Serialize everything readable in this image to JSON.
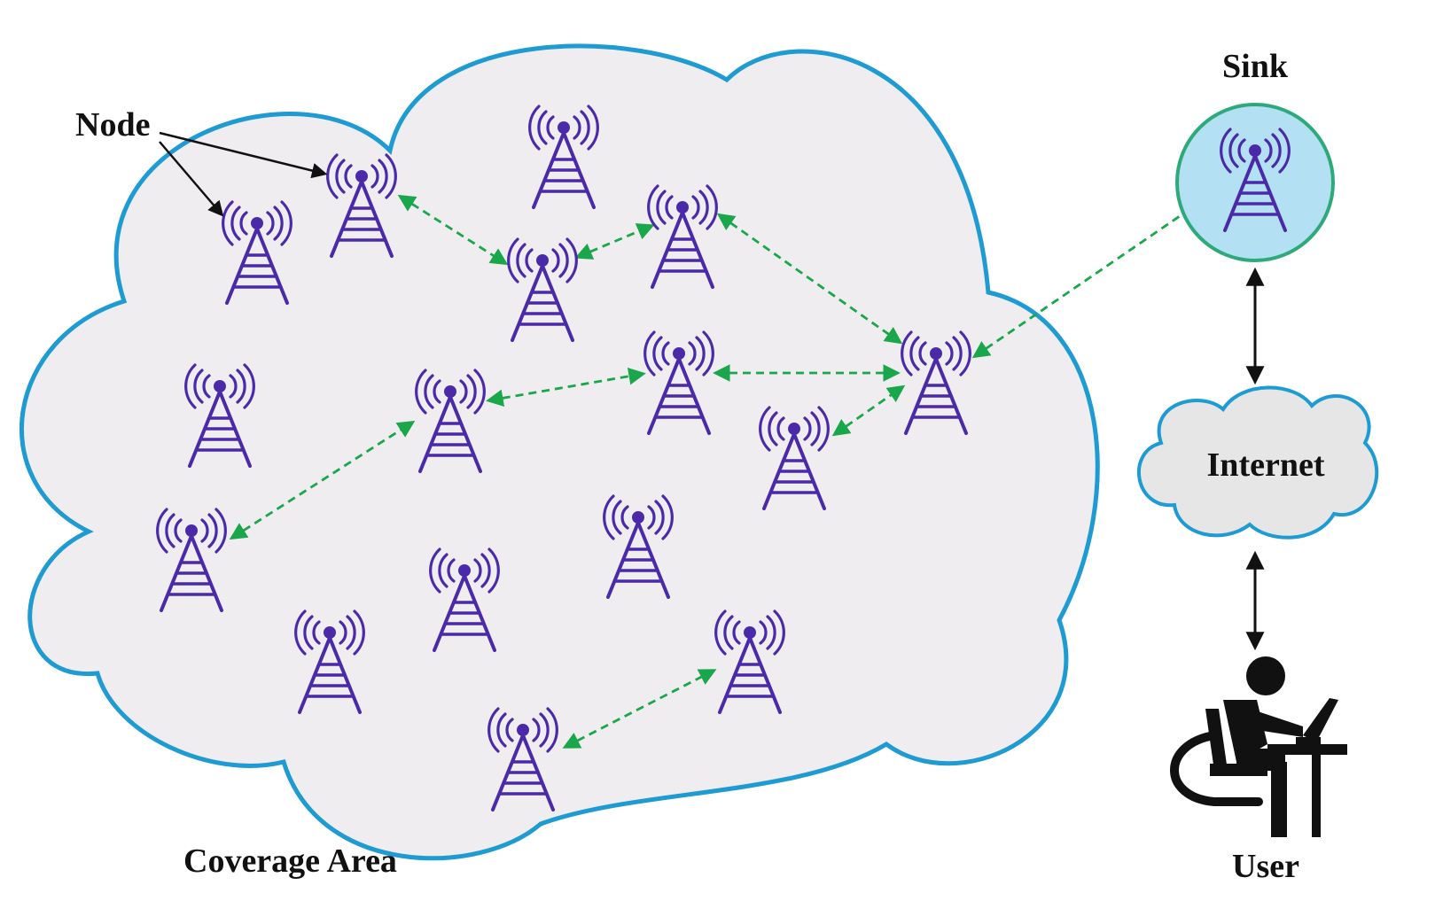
{
  "labels": {
    "node": "Node",
    "sink": "Sink",
    "internet": "Internet",
    "coverage_area": "Coverage Area",
    "user": "User"
  },
  "colors": {
    "cloud_fill": "#efedef",
    "cloud_stroke": "#1e9bd2",
    "tower": "#4a2aa8",
    "link": "#1aa64a",
    "sink_fill": "#b3e1f3",
    "sink_stroke": "#2eaa7a",
    "internet_fill": "#e6e6e6",
    "internet_stroke": "#1e9bd2",
    "connector": "#111111",
    "user": "#111111"
  },
  "icons": {
    "node": "radio-tower-icon",
    "sink": "radio-tower-icon",
    "user": "user-at-laptop-icon"
  }
}
